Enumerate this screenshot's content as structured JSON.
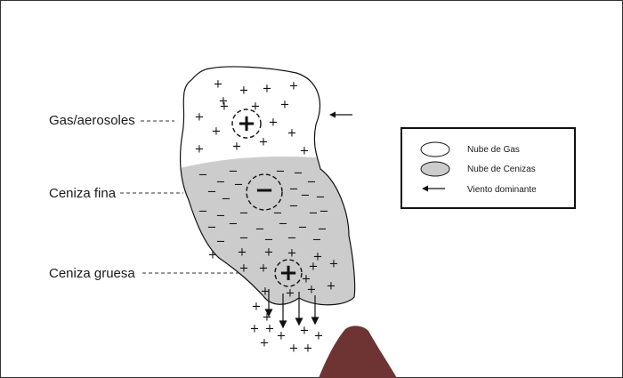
{
  "labels": {
    "gas": "Gas/aerosoles",
    "fine_ash": "Ceniza fina",
    "coarse_ash": "Ceniza gruesa"
  },
  "legend": {
    "gas_cloud": "Nube de Gas",
    "ash_cloud": "Nube de Cenizas",
    "wind": "Viento dominante"
  },
  "symbols": {
    "positive": "+",
    "negative": "−"
  },
  "colors": {
    "gas_cloud": "#ffffff",
    "ash_cloud": "#cccccc",
    "volcano": "#6e3434",
    "outline": "#111111"
  }
}
